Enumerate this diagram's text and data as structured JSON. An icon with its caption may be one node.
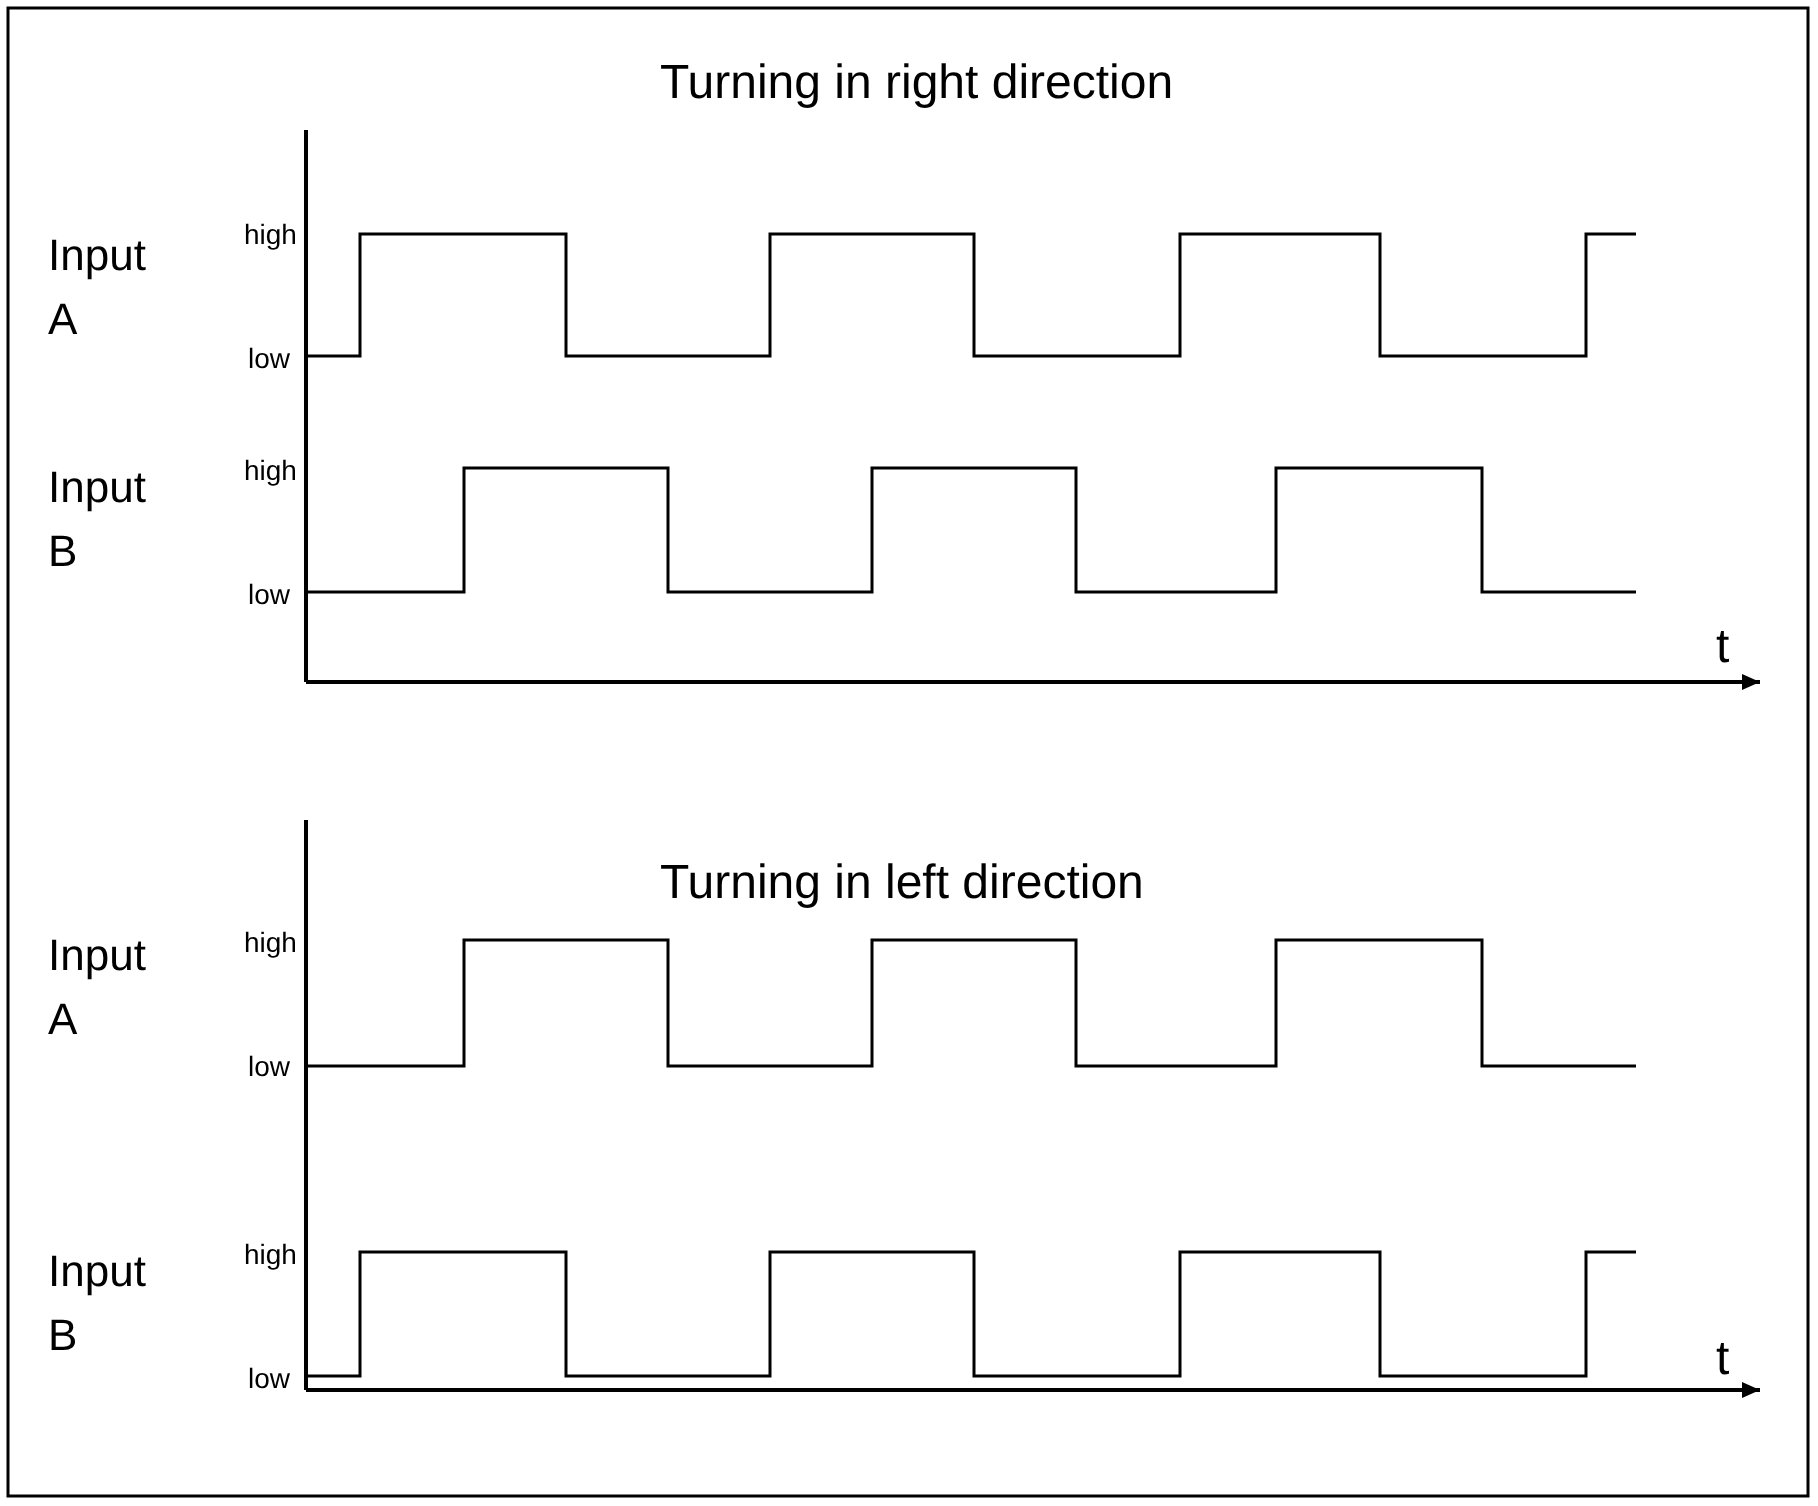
{
  "diagram": {
    "labels": [
      "Turning in right direction",
      "Input A",
      "high",
      "low",
      "Input B",
      "high",
      "low",
      "t",
      "Turning in left direction",
      "Input A",
      "high",
      "low",
      "Input B",
      "high",
      "low",
      "t"
    ]
  }
}
